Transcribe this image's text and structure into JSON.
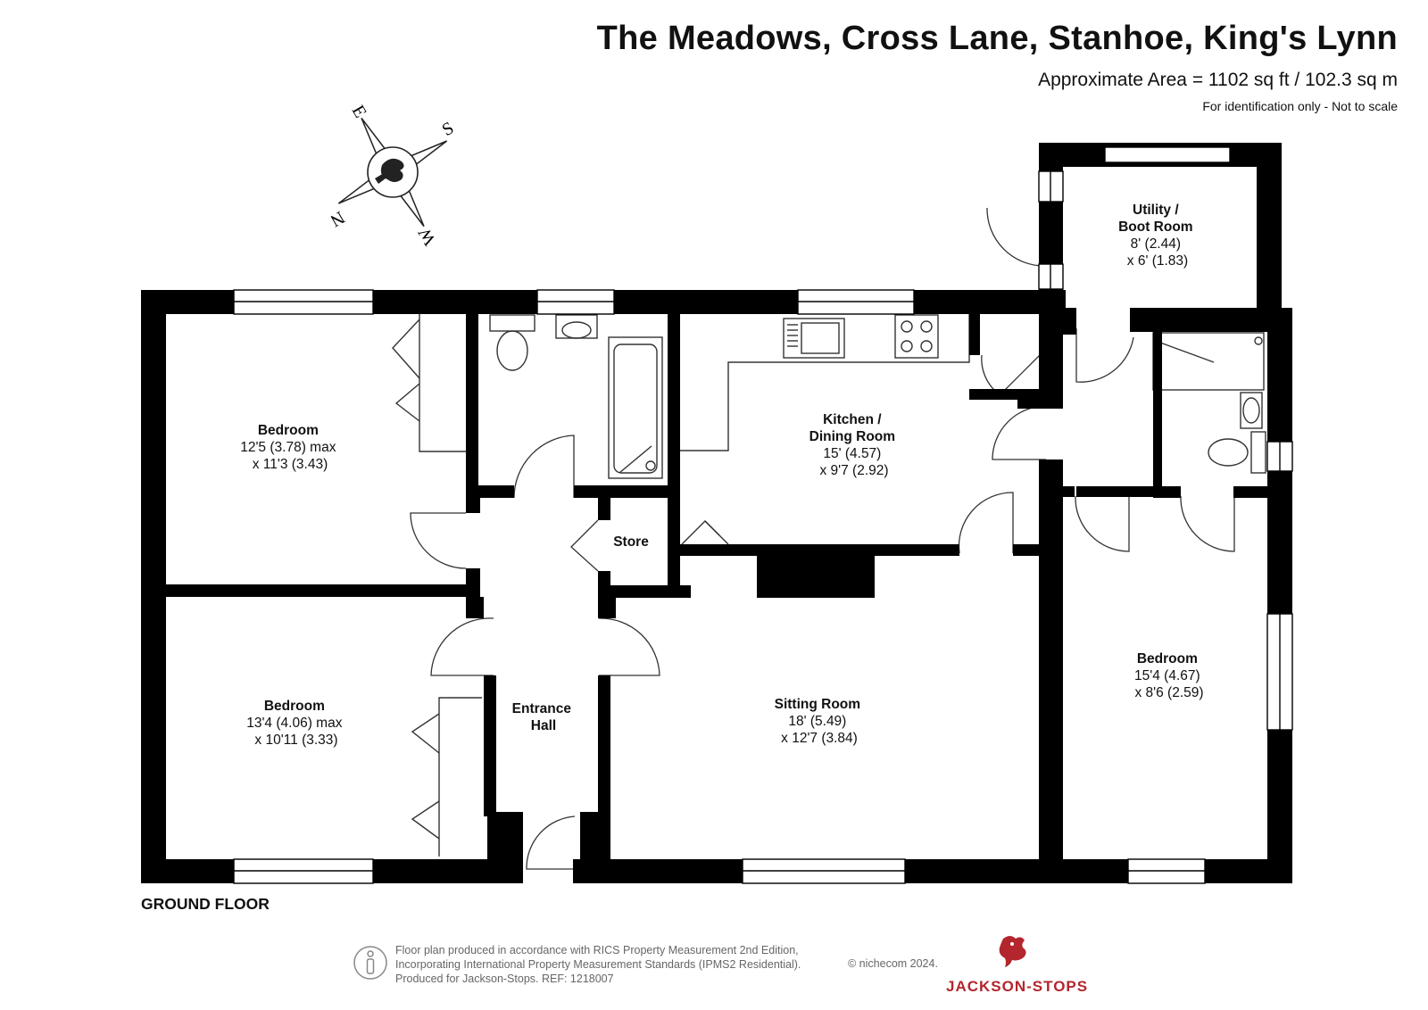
{
  "header": {
    "title": "The Meadows, Cross Lane, Stanhoe, King's Lynn",
    "area": "Approximate Area = 1102 sq ft / 102.3 sq m",
    "disclaimer": "For identification only - Not to scale"
  },
  "compass": {
    "n": "N",
    "e": "E",
    "s": "S",
    "w": "W"
  },
  "rooms": {
    "bedroom1": {
      "name": "Bedroom",
      "dim1": "12'5 (3.78) max",
      "dim2": "x 11'3 (3.43)"
    },
    "bedroom2": {
      "name": "Bedroom",
      "dim1": "13'4 (4.06) max",
      "dim2": "x 10'11 (3.33)"
    },
    "kitchen": {
      "name1": "Kitchen /",
      "name2": "Dining Room",
      "dim1": "15' (4.57)",
      "dim2": "x 9'7 (2.92)"
    },
    "utility": {
      "name1": "Utility /",
      "name2": "Boot Room",
      "dim1": "8' (2.44)",
      "dim2": "x 6' (1.83)"
    },
    "store": {
      "name": "Store"
    },
    "hall": {
      "name1": "Entrance",
      "name2": "Hall"
    },
    "sitting": {
      "name": "Sitting Room",
      "dim1": "18' (5.49)",
      "dim2": "x 12'7 (3.84)"
    },
    "bedroom3": {
      "name": "Bedroom",
      "dim1": "15'4 (4.67)",
      "dim2": "x 8'6 (2.59)"
    }
  },
  "floor_label": "GROUND FLOOR",
  "footer": {
    "line1": "Floor plan produced in accordance with RICS Property Measurement 2nd Edition,",
    "line2": "Incorporating International Property Measurement Standards (IPMS2 Residential).",
    "line3": "Produced for Jackson-Stops.   REF:  1218007",
    "copyright": "© nichecom 2024."
  },
  "brand": {
    "name": "JACKSON-STOPS",
    "color": "#b3262d"
  },
  "colors": {
    "wall": "#000000",
    "line": "#333333"
  }
}
